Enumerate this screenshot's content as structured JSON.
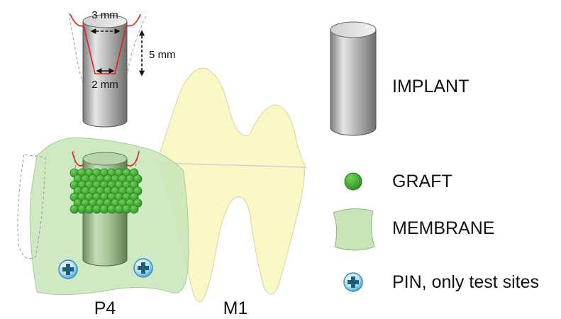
{
  "dimensions": {
    "top_width": "3 mm",
    "bottom_width": "2 mm",
    "depth": "5 mm"
  },
  "site_labels": {
    "premolar": "P4",
    "molar": "M1"
  },
  "legend": {
    "implant": "IMPLANT",
    "graft": "GRAFT",
    "membrane": "MEMBRANE",
    "pin": "PIN, only test sites"
  },
  "colors": {
    "implant_gray": "#9a9a9a",
    "graft_green": "#3fa830",
    "membrane_green": "#c7e6b8",
    "tooth_yellow": "#fbf7c2",
    "defect_red": "#e0201e",
    "pin_blue": "#2a8fc4"
  }
}
